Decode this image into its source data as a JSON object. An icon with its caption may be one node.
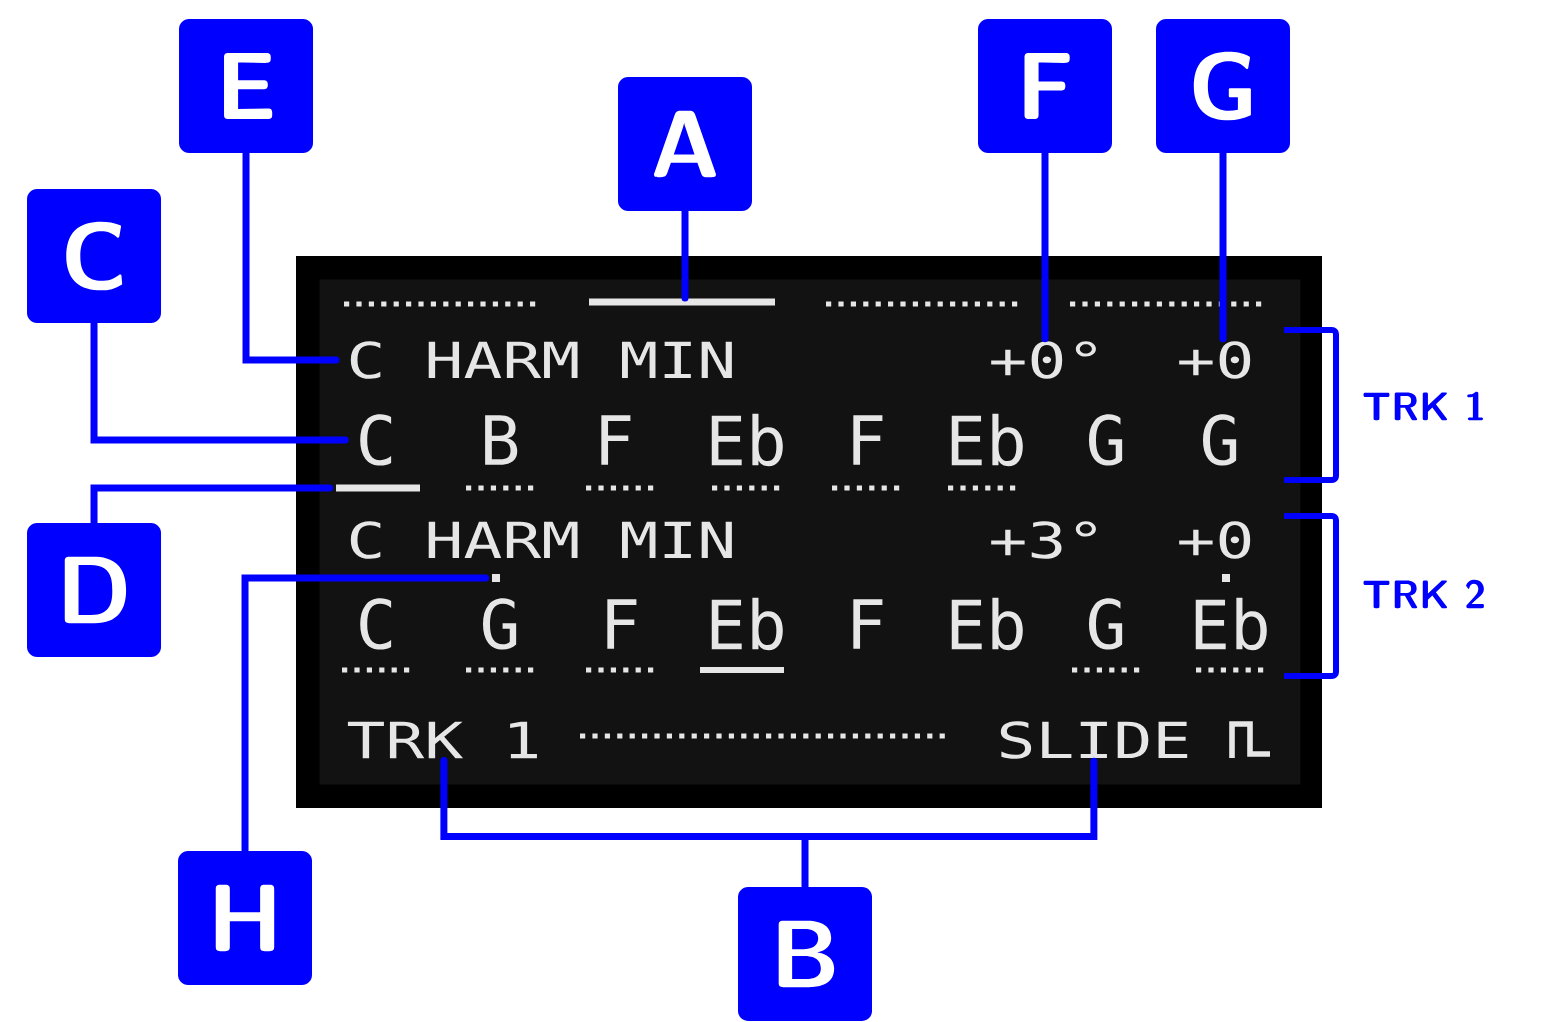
{
  "diagram": {
    "nodes": [
      {
        "text": [],
        "shape": "box"
      },
      {
        "text": [],
        "shape": "bar",
        "in": 0
      },
      {
        "text": [
          "C HARM MIN"
        ],
        "in": 0
      },
      {
        "text": [
          "+0°"
        ],
        "in": 0
      },
      {
        "text": [
          "+0"
        ],
        "in": 0
      },
      {
        "text": [
          "C"
        ],
        "in": 0
      },
      {
        "text": [
          "TRK 1"
        ],
        "in": 0
      },
      {
        "text": [
          "SLIDE"
        ],
        "in": 0
      },
      {
        "text": [
          "A"
        ]
      },
      {
        "text": [
          "B"
        ]
      },
      {
        "text": [
          "C"
        ]
      },
      {
        "text": [
          "D"
        ]
      },
      {
        "text": [
          "E"
        ]
      },
      {
        "text": [
          "F"
        ]
      },
      {
        "text": [
          "G"
        ]
      },
      {
        "text": [
          "H"
        ]
      },
      {
        "text": [],
        "shape": "bar",
        "in": 0
      },
      {
        "text": [],
        "shape": "dot",
        "in": 0
      }
    ],
    "edges": [
      {
        "from": 8,
        "to": 1,
        "arrow": "none"
      },
      {
        "from": 12,
        "to": 2,
        "arrow": "none"
      },
      {
        "from": 13,
        "to": 3,
        "arrow": "none"
      },
      {
        "from": 14,
        "to": 4,
        "arrow": "none"
      },
      {
        "from": 10,
        "to": 5,
        "arrow": "none"
      },
      {
        "from": 11,
        "to": 16,
        "arrow": "none"
      },
      {
        "from": 15,
        "to": 17,
        "arrow": "none"
      },
      {
        "from": 9,
        "to": 6,
        "arrow": "none"
      },
      {
        "from": 9,
        "to": 7,
        "arrow": "none"
      }
    ],
    "labels": [
      "B",
      "F",
      "Eb",
      "F",
      "Eb",
      "G",
      "G",
      "TRK 1",
      "C HARM MIN",
      "+3°",
      "+0",
      "TRK 2",
      "C",
      "G",
      "F",
      "Eb",
      "F",
      "Eb",
      "G",
      "Eb"
    ]
  }
}
